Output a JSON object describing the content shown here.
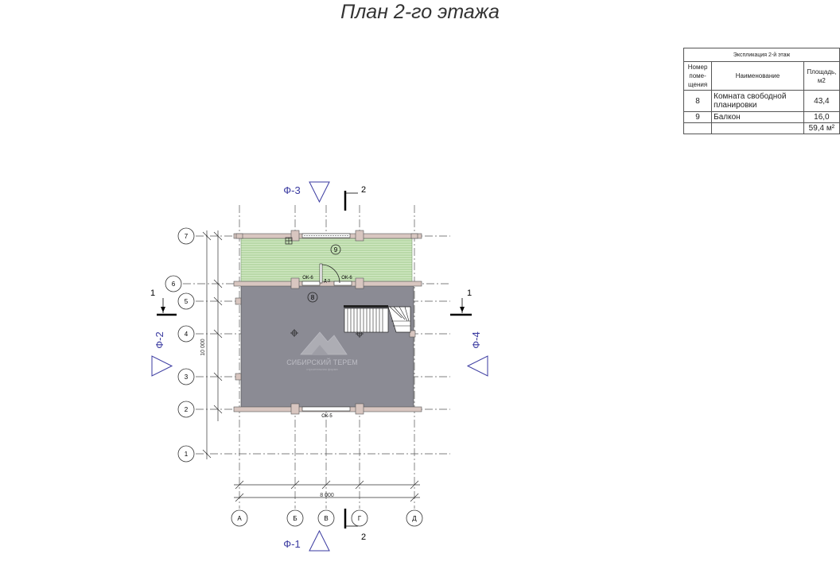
{
  "title": "План 2-го этажа",
  "explication": {
    "caption": "Экспликация 2-й этаж",
    "col_number": "Номер поме-щения",
    "col_name": "Наименование",
    "col_area": "Площадь, м2",
    "rows": [
      {
        "number": "8",
        "name": "Комната свободной планировки",
        "area": "43,4"
      },
      {
        "number": "9",
        "name": "Балкон",
        "area": "16,0"
      }
    ],
    "total": "59,4 м²"
  },
  "plan": {
    "facade_top": "Ф-3",
    "facade_bottom": "Ф-1",
    "facade_left": "Ф-2",
    "facade_right": "Ф-4",
    "section_2": "2",
    "section_1": "1",
    "room_balcony": "9",
    "room_main": "8",
    "window_1": "ОК-6",
    "window_2": "ОК-6",
    "window_bottom": "ОК-5",
    "door": "Д-3",
    "dim_width": "8 000",
    "dim_height": "10 000",
    "axes_rows": [
      "7",
      "6",
      "5",
      "4",
      "3",
      "2",
      "1"
    ],
    "axes_cols": [
      "А",
      "Б",
      "В",
      "Г",
      "Д"
    ],
    "watermark_brand": "СИБИРСКИЙ ТЕРЕМ",
    "watermark_sub": "строительная фирма",
    "colors": {
      "balcony": "#b9d9a8",
      "room": "#8b8b94",
      "wall": "#d8c6c0"
    }
  }
}
